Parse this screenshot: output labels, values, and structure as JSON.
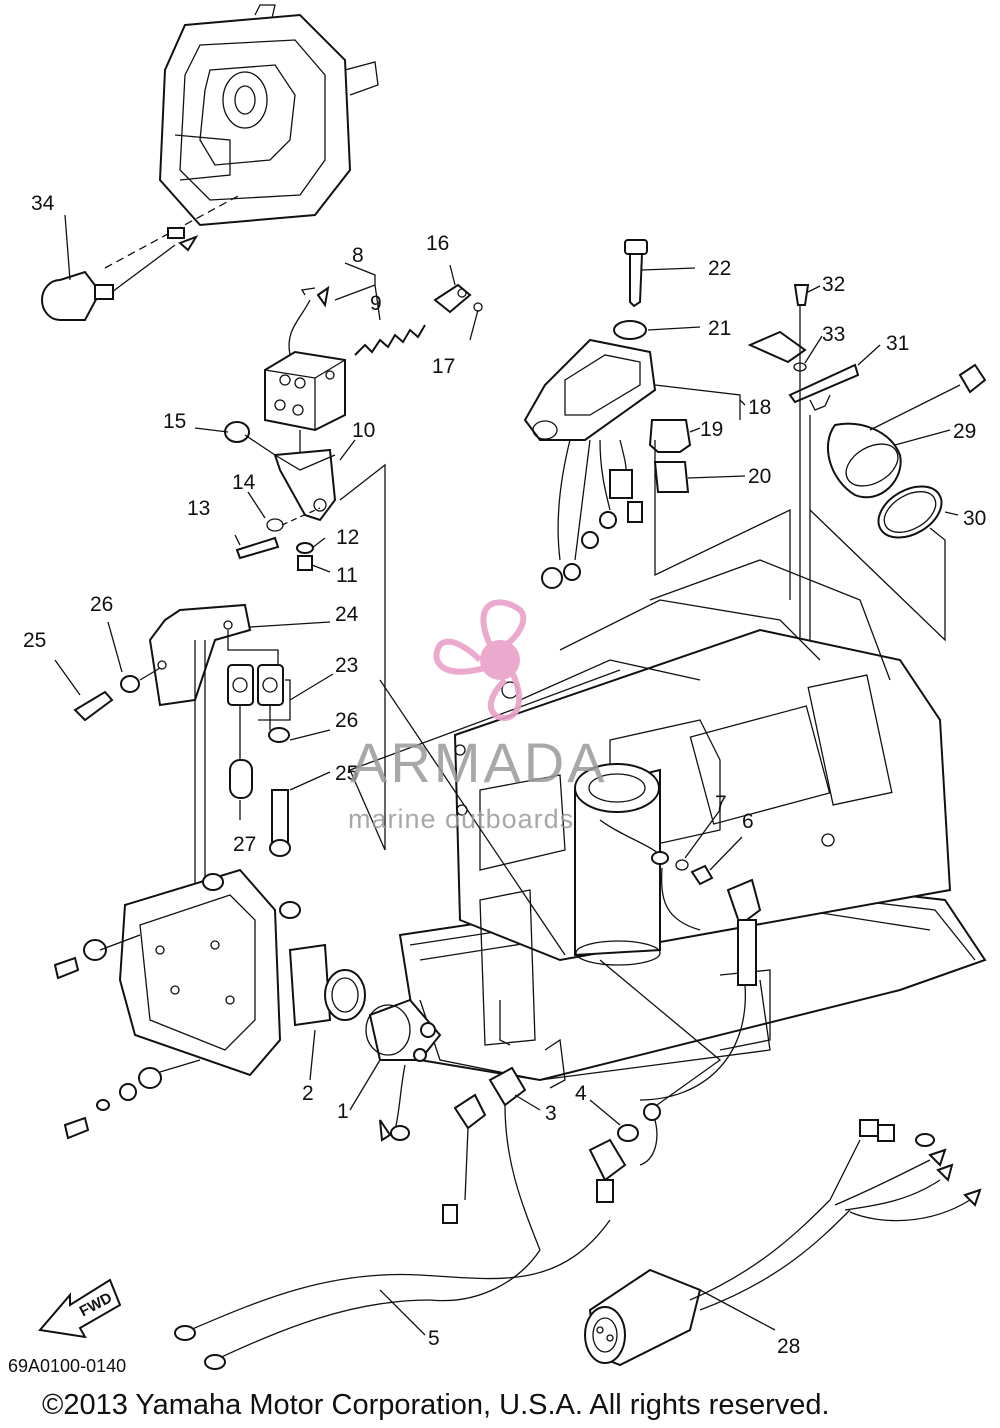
{
  "diagram": {
    "callouts": [
      "1",
      "2",
      "3",
      "4",
      "5",
      "6",
      "7",
      "8",
      "9",
      "10",
      "11",
      "12",
      "13",
      "14",
      "15",
      "16",
      "17",
      "18",
      "19",
      "20",
      "21",
      "22",
      "23",
      "24",
      "25",
      "25",
      "26",
      "26",
      "27",
      "28",
      "29",
      "30",
      "31",
      "32",
      "33",
      "34"
    ],
    "direction_label": "FWD",
    "diagram_code": "69A0100-0140",
    "copyright": "©2013 Yamaha Motor Corporation, U.S.A. All rights reserved."
  },
  "watermark": {
    "brand": "ARMADA",
    "tagline": "marine outboards",
    "color": "#e8a0c8"
  }
}
